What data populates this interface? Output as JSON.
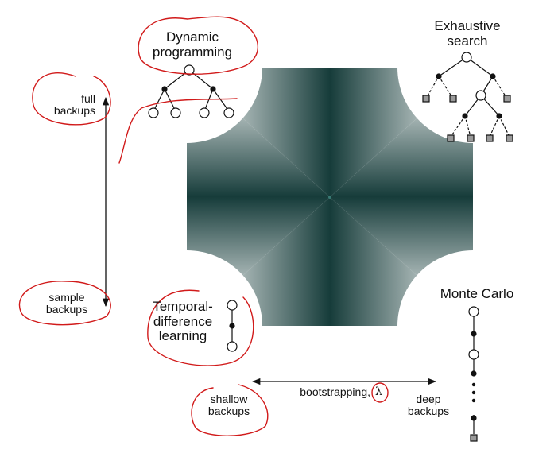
{
  "labels": {
    "dynamic_programming": "Dynamic\nprogramming",
    "exhaustive_search": "Exhaustive\nsearch",
    "temporal_difference": "Temporal-\ndifference\nlearning",
    "monte_carlo": "Monte Carlo",
    "full_backups": "full\nbackups",
    "sample_backups": "sample\nbackups",
    "shallow_backups": "shallow\nbackups",
    "deep_backups": "deep\nbackups",
    "bootstrapping": "bootstrapping,",
    "lambda": "λ"
  },
  "colors": {
    "square_dark": "#163c3a",
    "square_light": "#ffffff",
    "annotation": "#d11a1a",
    "tree_line": "#111111",
    "leaf_fill": "#9a9a9a"
  }
}
